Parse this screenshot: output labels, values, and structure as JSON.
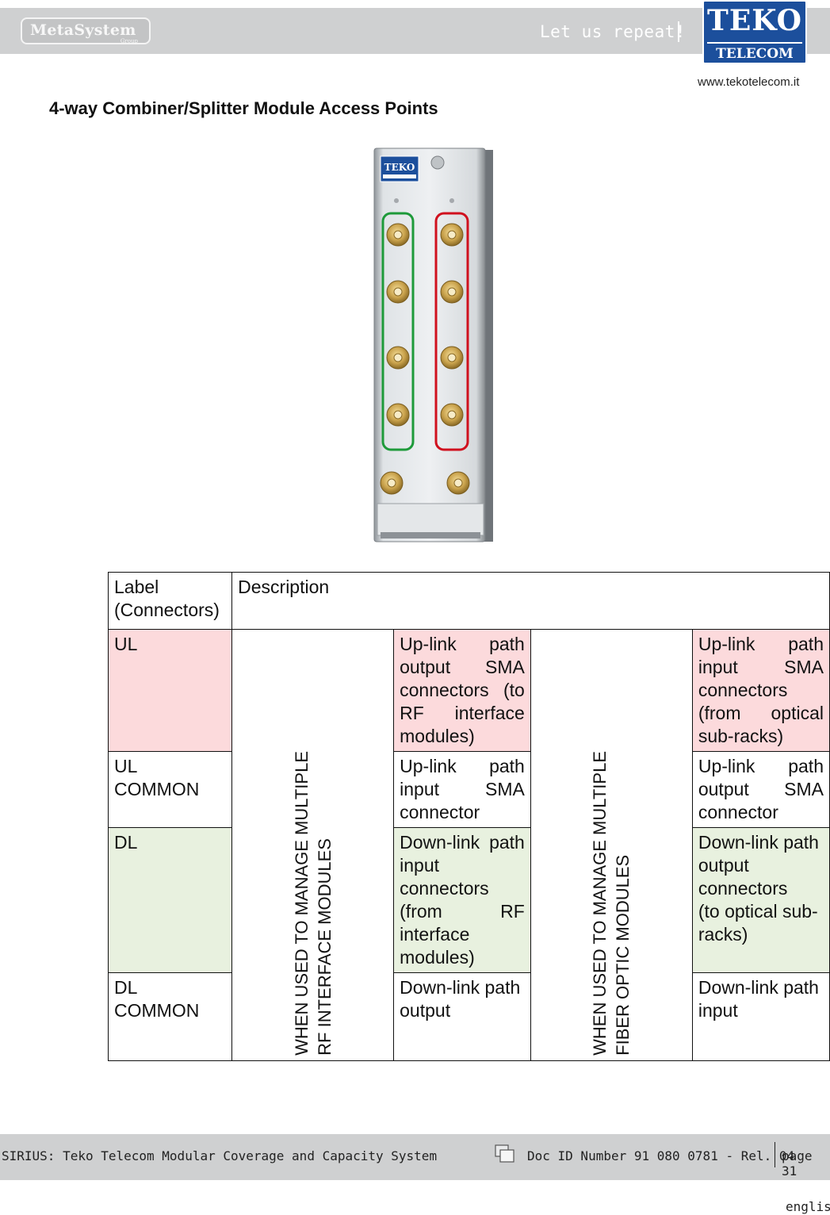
{
  "header": {
    "brand_logo": "MetaSystem",
    "brand_sub": "Group",
    "tagline": "Let us repeat!",
    "company_logo_top": "TEKO",
    "company_logo_bottom": "TELECOM",
    "website": "www.tekotelecom.it"
  },
  "page_title": "4-way Combiner/Splitter Module Access Points",
  "module_photo": {
    "logo_text": "TEKO",
    "highlight_colors": {
      "rf_group": "#1e9a3a",
      "optic_group": "#d0101e"
    }
  },
  "table": {
    "header": {
      "label": "Label\n(Connectors)",
      "description": "Description"
    },
    "group_rf": "WHEN USED TO MANAGE MULTIPLE\nRF INTERFACE MODULES",
    "group_optic": "WHEN USED TO MANAGE MULTIPLE\nFIBER OPTIC MODULES",
    "rows": [
      {
        "label": "UL",
        "rf": "Up-link path output SMA connectors (to RF interface modules)",
        "optic": "Up-link path input SMA connectors (from optical sub-racks)",
        "color": "#fcdadc"
      },
      {
        "label": "UL COMMON",
        "rf": "Up-link path input SMA connector",
        "optic": "Up-link path output SMA connector",
        "color": "#ffffff"
      },
      {
        "label": "DL",
        "rf": "Down-link path input connectors (from RF interface modules)",
        "optic": "Down-link path\noutput connectors\n(to optical sub-racks)",
        "color": "#e8f1df"
      },
      {
        "label": "DL COMMON",
        "rf": "Down-link path\noutput",
        "optic": "Down-link path input",
        "color": "#ffffff"
      }
    ]
  },
  "footer": {
    "title": "SIRIUS: Teko Telecom Modular Coverage and Capacity System",
    "doc_id": "Doc ID Number 91 080 0781 - Rel. 04",
    "page": "page 31",
    "language": "english",
    "icon": "copy-icon"
  }
}
